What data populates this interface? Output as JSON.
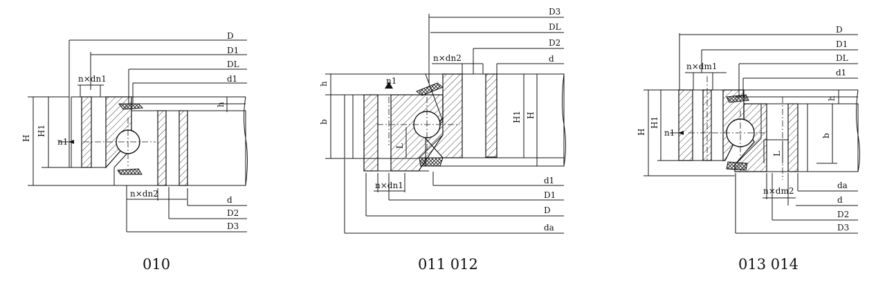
{
  "figures": [
    {
      "id": "010",
      "caption": "010",
      "top_labels": [
        "D",
        "D1",
        "DL",
        "d1"
      ],
      "bottom_labels": [
        "d",
        "D2",
        "D3"
      ],
      "hole_top": "n×dn1",
      "hole_bottom": "n×dn2",
      "vertical_labels": [
        "H",
        "H1",
        "h"
      ],
      "marker": "n1"
    },
    {
      "id": "011-012",
      "caption": "011  012",
      "top_labels": [
        "D3",
        "DL",
        "D2",
        "d"
      ],
      "bottom_labels": [
        "d1",
        "D1",
        "D",
        "da"
      ],
      "hole_top": "n×dn2",
      "hole_bottom": "n×dn1",
      "vertical_labels": [
        "h",
        "b",
        "H1",
        "H",
        "L"
      ],
      "marker": "n1"
    },
    {
      "id": "013-014",
      "caption": "013  014",
      "top_labels": [
        "D",
        "D1",
        "DL",
        "d1"
      ],
      "bottom_labels": [
        "da",
        "d",
        "D2",
        "D3"
      ],
      "hole_top": "n×dm1",
      "hole_bottom": "n×dm2",
      "vertical_labels": [
        "H",
        "H1",
        "h",
        "b",
        "L"
      ],
      "marker": "n1"
    }
  ]
}
